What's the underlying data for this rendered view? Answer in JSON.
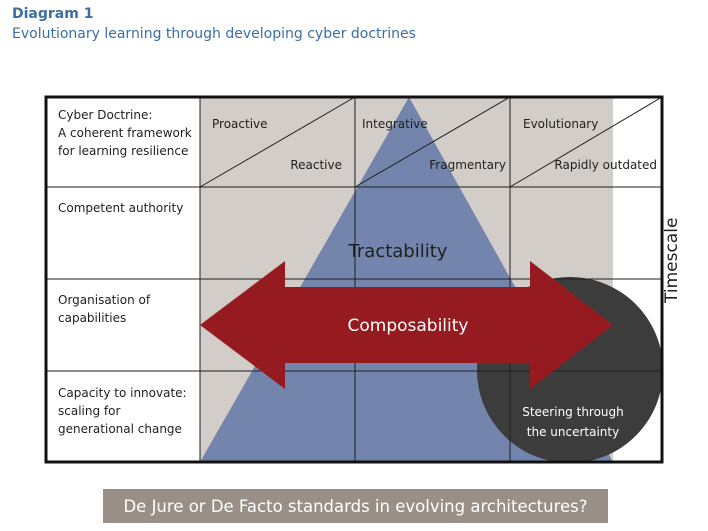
{
  "header": {
    "title": "Diagram 1",
    "subtitle": "Evolutionary learning through developing cyber doctrines"
  },
  "rows": [
    {
      "lines": [
        "Cyber Doctrine:",
        "A coherent framework",
        "for learning resilience"
      ]
    },
    {
      "lines": [
        "Competent authority"
      ]
    },
    {
      "lines": [
        "Organisation of",
        "capabilities"
      ]
    },
    {
      "lines": [
        "Capacity to innovate:",
        "scaling for",
        "generational change"
      ]
    }
  ],
  "columns": [
    {
      "top": "Proactive",
      "bottom": "Reactive"
    },
    {
      "top": "Integrative",
      "bottom": "Fragmentary"
    },
    {
      "top": "Evolutionary",
      "bottom": "Rapidly outdated"
    }
  ],
  "labels": {
    "tractability": "Tractability",
    "composability": "Composability",
    "steering_line1": "Steering through",
    "steering_line2": "the uncertainty",
    "timescale": "Timescale"
  },
  "footer": "De Jure or De Facto standards in evolving architectures?",
  "colors": {
    "header_blue": "#3a6ea5",
    "shade_grey": "#d2cdc9",
    "triangle_blue": "#7385ad",
    "arrow_red": "#951b20",
    "circle_dark": "#3c3c3c",
    "footer_bg": "#9a8f86"
  }
}
